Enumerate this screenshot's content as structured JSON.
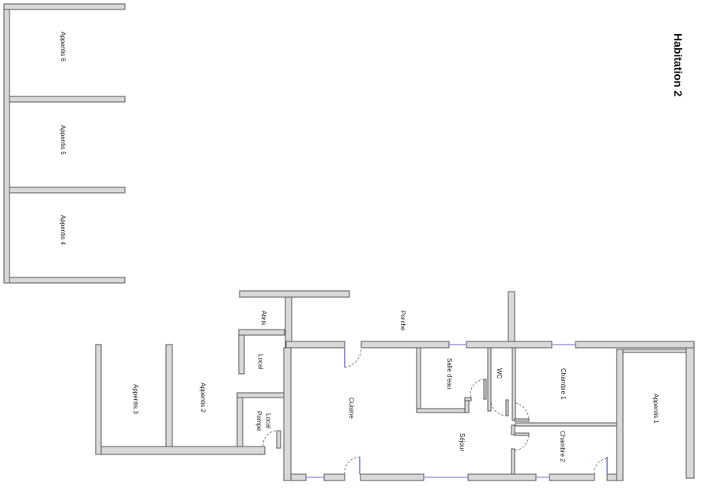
{
  "title": "Habitation 2",
  "rooms": {
    "appentis6": "Appentis 6",
    "appentis5": "Appentis 5",
    "appentis4": "Appentis 4",
    "appentis3": "Appentis 3",
    "appentis2": "Appentis 2",
    "appentis1": "Appentis 1",
    "abris": "Abris",
    "porche": "Porche",
    "local": "Local",
    "local_pompe_1": "Local",
    "local_pompe_2": "Pompe",
    "cuisine": "Cuisine",
    "salle_deau": "Salle d'eau",
    "wc": "WC",
    "chambre1": "Chambre 1",
    "chambre2": "Chambre 2",
    "sejour": "Séjour"
  }
}
